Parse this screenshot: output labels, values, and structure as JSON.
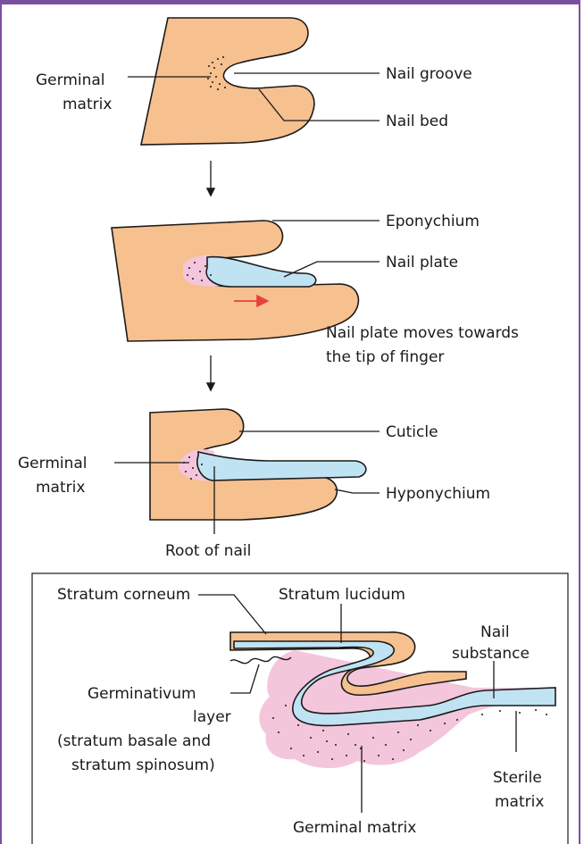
{
  "stage1": {
    "germinal_matrix_line1": "Germinal",
    "germinal_matrix_line2": "matrix",
    "nail_groove": "Nail groove",
    "nail_bed": "Nail bed"
  },
  "stage2": {
    "eponychium": "Eponychium",
    "nail_plate": "Nail plate",
    "movement_line1": "Nail plate moves towards",
    "movement_line2": "the tip of finger"
  },
  "stage3": {
    "cuticle": "Cuticle",
    "germinal_matrix_line1": "Germinal",
    "germinal_matrix_line2": "matrix",
    "hyponychium": "Hyponychium",
    "root_of_nail": "Root of nail"
  },
  "detail": {
    "stratum_corneum": "Stratum corneum",
    "stratum_lucidum": "Stratum lucidum",
    "nail_substance_line1": "Nail",
    "nail_substance_line2": "substance",
    "germinativum_line1": "Germinativum",
    "germinativum_line2": "layer",
    "germinativum_line3": "(stratum basale and",
    "germinativum_line4": "stratum spinosum)",
    "sterile_matrix_line1": "Sterile",
    "sterile_matrix_line2": "matrix",
    "germinal_matrix": "Germinal matrix"
  },
  "colors": {
    "frame": "#7b4fa0",
    "skin": "#f6c08f",
    "nail": "#bfe3f3",
    "matrix": "#f3c6dc",
    "arrow": "#e8413c"
  }
}
